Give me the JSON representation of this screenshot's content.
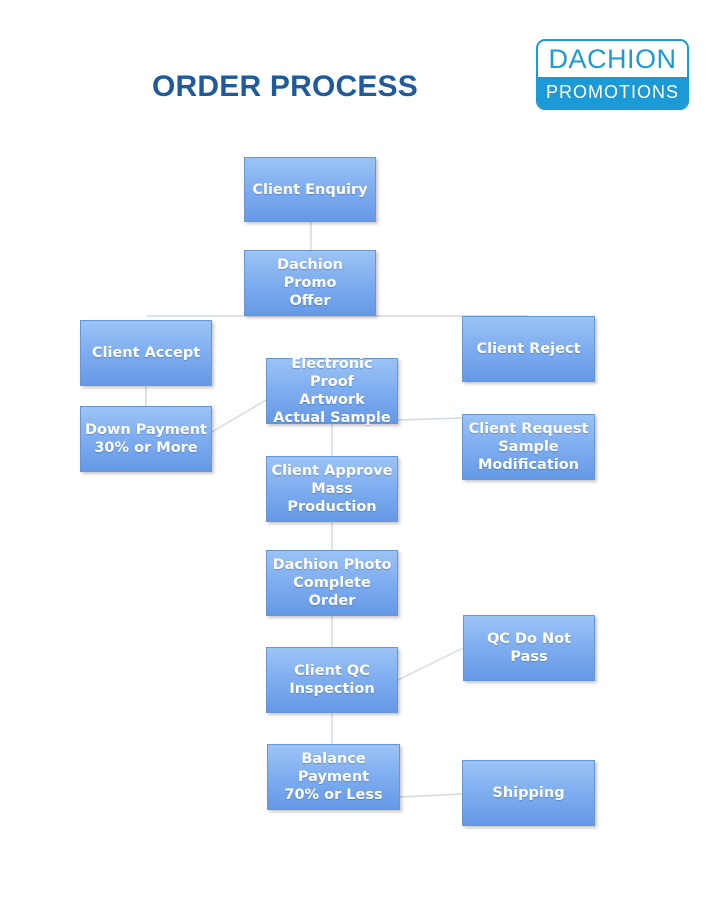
{
  "header": {
    "title": "ORDER PROCESS",
    "logo_top": "DACHION",
    "logo_bottom": "PROMOTIONS"
  },
  "colors": {
    "title": "#1f5a9c",
    "logo": "#1c9ad6",
    "node_top": "#9bc3f5",
    "node_bottom": "#6599e6",
    "connector": "#d2dae6"
  },
  "nodes": {
    "client_enquiry": "Client Enquiry",
    "dachion_promo_offer": "Dachion Promo\nOffer",
    "client_accept": "Client Accept",
    "client_reject": "Client Reject",
    "electronic_proof": "Electronic Proof\nArtwork\nActual Sample",
    "down_payment": "Down Payment\n30% or More",
    "client_request_modification": "Client Request\nSample\nModification",
    "client_approve": "Client Approve\nMass Production",
    "dachion_photo": "Dachion Photo\nComplete Order",
    "qc_do_not_pass": "QC Do Not Pass",
    "client_qc_inspection": "Client QC\nInspection",
    "balance_payment": "Balance Payment\n70% or Less",
    "shipping": "Shipping"
  }
}
